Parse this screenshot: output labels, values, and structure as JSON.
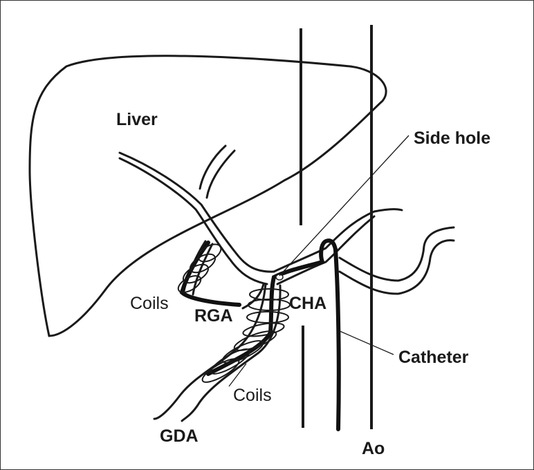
{
  "labels": {
    "liver": "Liver",
    "side_hole": "Side hole",
    "coils_left": "Coils",
    "rga": "RGA",
    "cha": "CHA",
    "catheter": "Catheter",
    "coils_bottom": "Coils",
    "gda": "GDA",
    "ao": "Ao"
  },
  "colors": {
    "stroke": "#1a1a1a",
    "background": "#ffffff"
  }
}
